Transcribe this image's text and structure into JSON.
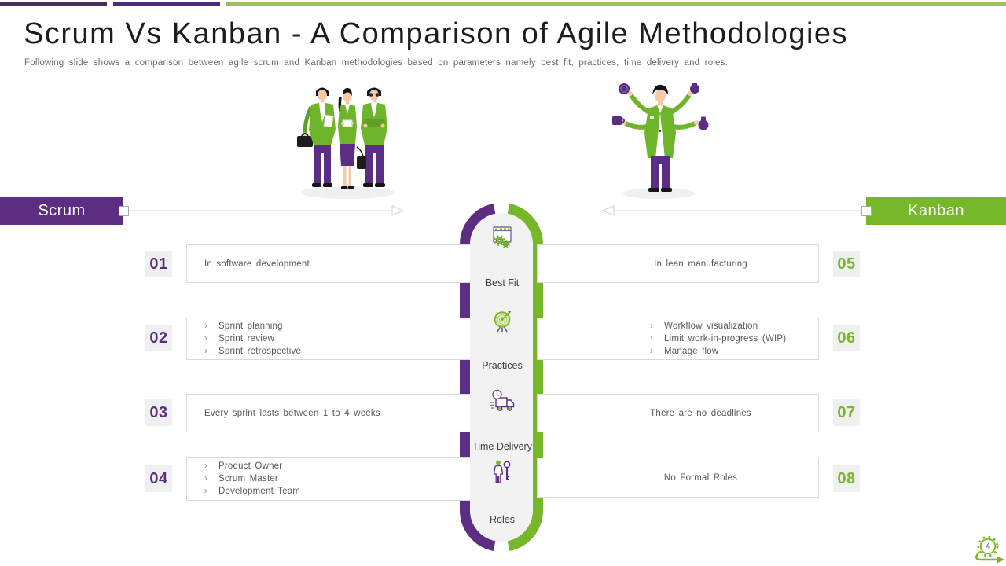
{
  "header": {
    "title": "Scrum Vs Kanban - A Comparison of Agile Methodologies",
    "subtitle": "Following slide shows a comparison between agile scrum and Kanban methodologies based on parameters namely best fit, practices, time delivery and roles."
  },
  "banners": {
    "scrum": "Scrum",
    "kanban": "Kanban"
  },
  "categories": [
    {
      "label": "Best Fit",
      "icon": "window-gears-icon"
    },
    {
      "label": "Practices",
      "icon": "target-arrow-icon"
    },
    {
      "label": "Time Delivery",
      "icon": "truck-clock-icon"
    },
    {
      "label": "Roles",
      "icon": "person-key-icon"
    }
  ],
  "scrum_items": [
    {
      "number": "01",
      "bulleted": false,
      "lines": [
        "In software development"
      ]
    },
    {
      "number": "02",
      "bulleted": true,
      "lines": [
        "Sprint planning",
        "Sprint review",
        "Sprint retrospective"
      ]
    },
    {
      "number": "03",
      "bulleted": false,
      "lines": [
        "Every sprint lasts between 1 to 4 weeks"
      ]
    },
    {
      "number": "04",
      "bulleted": true,
      "lines": [
        "Product Owner",
        "Scrum Master",
        "Development Team"
      ]
    }
  ],
  "kanban_items": [
    {
      "number": "05",
      "bulleted": false,
      "lines": [
        "In lean manufacturing"
      ]
    },
    {
      "number": "06",
      "bulleted": true,
      "lines": [
        "Workflow visualization",
        "Limit work-in-progress (WIP)",
        "Manage flow"
      ]
    },
    {
      "number": "07",
      "bulleted": false,
      "lines": [
        "There are no deadlines"
      ]
    },
    {
      "number": "08",
      "bulleted": false,
      "lines": [
        "No Formal Roles"
      ]
    }
  ],
  "footer": {
    "page_number": "4"
  },
  "ui": {
    "bullet_char": "›"
  },
  "colors": {
    "purple": "#5b2d83",
    "green": "#76b82a",
    "light_green": "#8cc63f",
    "topbar_dark": "#453157",
    "topbar_purple": "#4e2c72",
    "topbar_green": "#9cc161",
    "box_border": "#d9d9d9",
    "text_gray": "#595959",
    "interior_gray": "#f2f2f2"
  }
}
